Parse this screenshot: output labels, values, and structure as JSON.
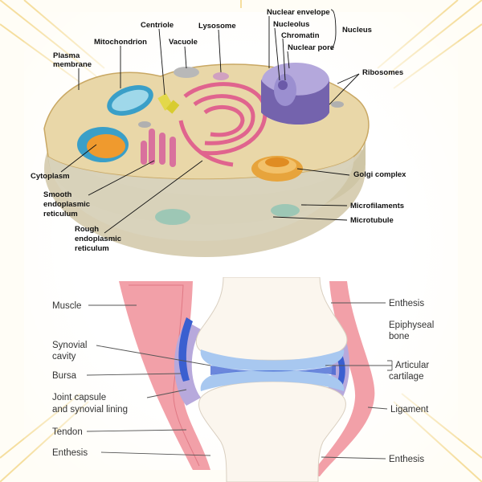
{
  "cell_diagram": {
    "labels": {
      "plasma_membrane_1": "Plasma",
      "plasma_membrane_2": "membrane",
      "mitochondrion": "Mitochondrion",
      "centriole": "Centriole",
      "vacuole": "Vacuole",
      "lysosome": "Lysosome",
      "nuclear_envelope": "Nuclear envelope",
      "nucleolus": "Nucleolus",
      "chromatin": "Chromatin",
      "nuclear_pore": "Nuclear pore",
      "nucleus": "Nucleus",
      "ribosomes": "Ribosomes",
      "cytoplasm": "Cytoplasm",
      "smooth_er_1": "Smooth",
      "smooth_er_2": "endoplasmic",
      "smooth_er_3": "reticulum",
      "golgi": "Golgi complex",
      "microfilaments": "Microfilaments",
      "microtubule": "Microtubule",
      "rough_er_1": "Rough",
      "rough_er_2": "endoplasmic",
      "rough_er_3": "reticulum"
    }
  },
  "joint_diagram": {
    "labels": {
      "muscle": "Muscle",
      "synovial_cavity_1": "Synovial",
      "synovial_cavity_2": "cavity",
      "bursa": "Bursa",
      "joint_capsule_1": "Joint capsule",
      "joint_capsule_2": "and synovial lining",
      "tendon": "Tendon",
      "enthesis_left": "Enthesis",
      "enthesis_top_right": "Enthesis",
      "epiphyseal_1": "Epiphyseal",
      "epiphyseal_2": "bone",
      "articular_1": "Articular",
      "articular_2": "cartilage",
      "ligament": "Ligament",
      "enthesis_bottom_right": "Enthesis"
    }
  },
  "colors": {
    "background": "#fffdf6",
    "gold_rays": "#f2d27a",
    "cytoplasm": "#e9d7a8",
    "rough_er": "#e0588c",
    "nucleus": "#8f7fc4",
    "mitochondrion": "#3a9fc8",
    "golgi": "#e7a43c",
    "muscle": "#f2a0a8",
    "bone": "#fbf6ee",
    "cartilage": "#a8c8f0",
    "synovial": "#3a5fd0",
    "capsule": "#b7a9dc"
  }
}
